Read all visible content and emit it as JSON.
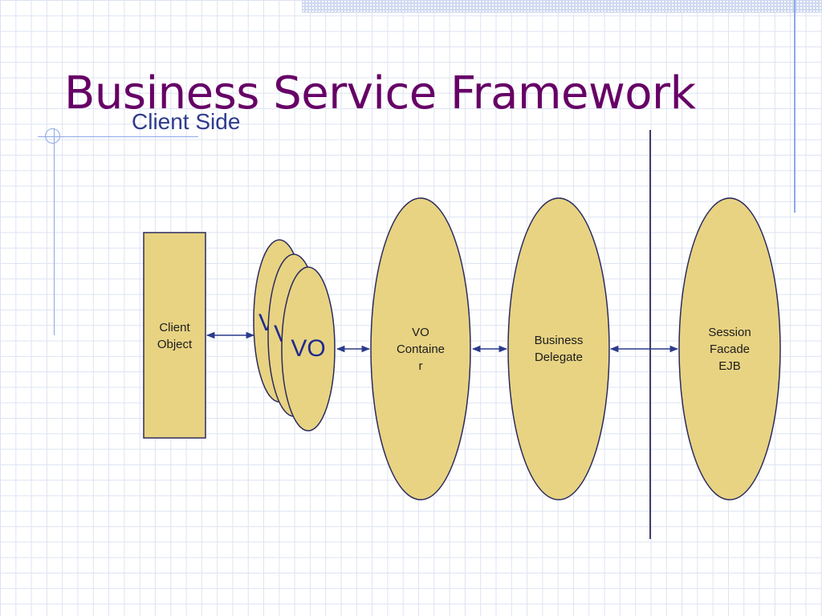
{
  "slide": {
    "title": "Business Service Framework",
    "subtitle": "Client Side"
  },
  "diagram": {
    "client_object": "Client\nObject",
    "vo_stack_label": "VO",
    "vo_container": "VO\nContaine\nr",
    "business_delegate": "Business\nDelegate",
    "session_facade": "Session\nFacade\nEJB"
  },
  "colors": {
    "title": "#660066",
    "subtitle": "#2e3b8c",
    "shape_fill": "#e8d383",
    "shape_stroke": "#2b2b5e",
    "connector": "#2b3a8c",
    "grid": "#dde3f2"
  }
}
